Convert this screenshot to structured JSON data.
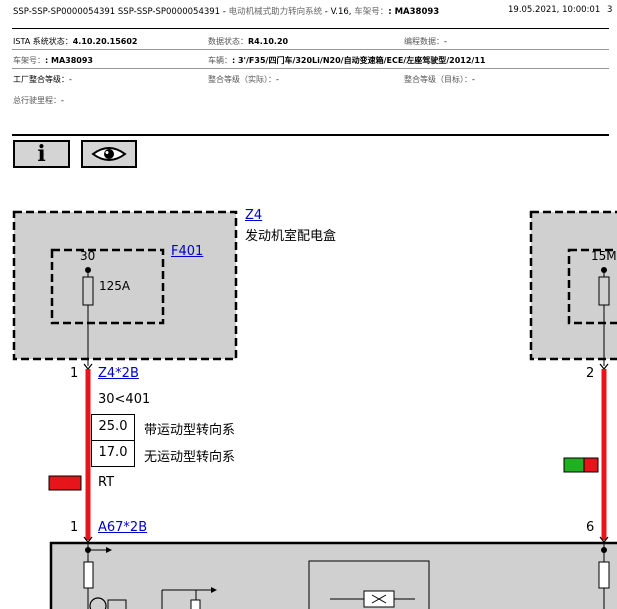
{
  "header": {
    "doc_title": "SSP-SSP-SP0000054391 SSP-SSP-SP0000054391 - ",
    "doc_system": "电动机械式助力转向系统",
    "doc_version": " - V.16, ",
    "vin_label": "车架号：",
    "vin_value": ": MA38093",
    "datetime": "19.05.2021, 10:00:01",
    "page_no": "3"
  },
  "info": {
    "ista_label": "ISTA 系统状态：",
    "ista_value": "4.10.20.15602",
    "data_label": "数据状态：",
    "data_value": "R4.10.20",
    "prog_label": "编程数据：",
    "prog_value": "-",
    "vin2_label": "车架号：",
    "vin2_value": ": MA38093",
    "vehicle_label": "车辆：",
    "vehicle_value": ": 3'/F35/四门车/320Li/N20/自动变速箱/ECE/左座驾驶型/2012/11",
    "factory_label": "工厂整合等级：",
    "factory_value": "-",
    "actual_label": "整合等级（实际）：",
    "actual_value": "-",
    "target_label": "整合等级（目标）：",
    "target_value": "-",
    "mileage_label": "总行驶里程：",
    "mileage_value": "-"
  },
  "toolbar": {
    "info_glyph": "i"
  },
  "diagram": {
    "z4_link": "Z4",
    "z4_desc": "发动机室配电盒",
    "f401_link": "F401",
    "fuse_pin": "30",
    "fuse_rating": "125A",
    "right_pin_partial": "15M",
    "pin1_top": "1",
    "conn_top_link": "Z4*2B",
    "signal": "30<401",
    "wire_size_1": "25.0",
    "wire_desc_1": "带运动型转向系",
    "wire_size_2": "17.0",
    "wire_desc_2": "无运动型转向系",
    "wire_color": "RT",
    "pin_right_top": "2",
    "pin1_bottom": "1",
    "conn_bottom_link": "A67*2B",
    "pin_right_bottom": "6",
    "wire_red": "#e8141c",
    "module_gray": "#d0d0d0",
    "green": "#20b020"
  }
}
